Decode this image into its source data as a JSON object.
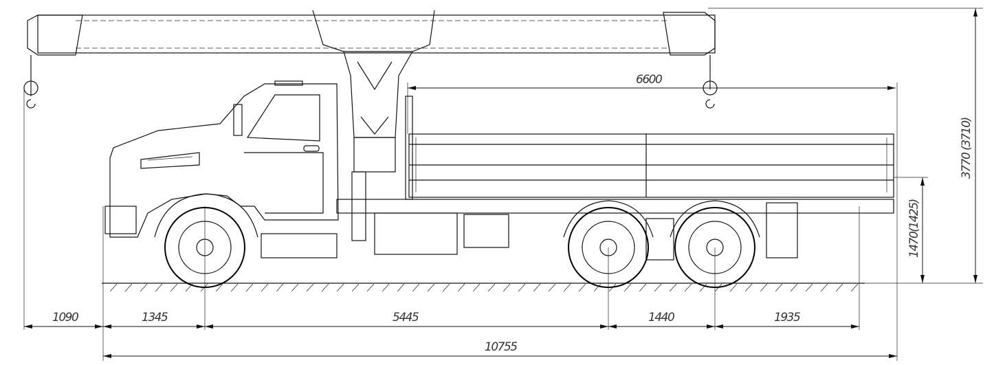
{
  "drawing": {
    "title": "Truck with loader crane - side view",
    "dimensions": {
      "bed_length": "6600",
      "front_overhang": "1090",
      "front_to_axle": "1345",
      "wheelbase": "5445",
      "rear_axle_spacing": "1440",
      "rear_overhang": "1935",
      "overall_length": "10755",
      "bed_height": "1470(1425)",
      "overall_height": "3770 (3710)"
    }
  }
}
